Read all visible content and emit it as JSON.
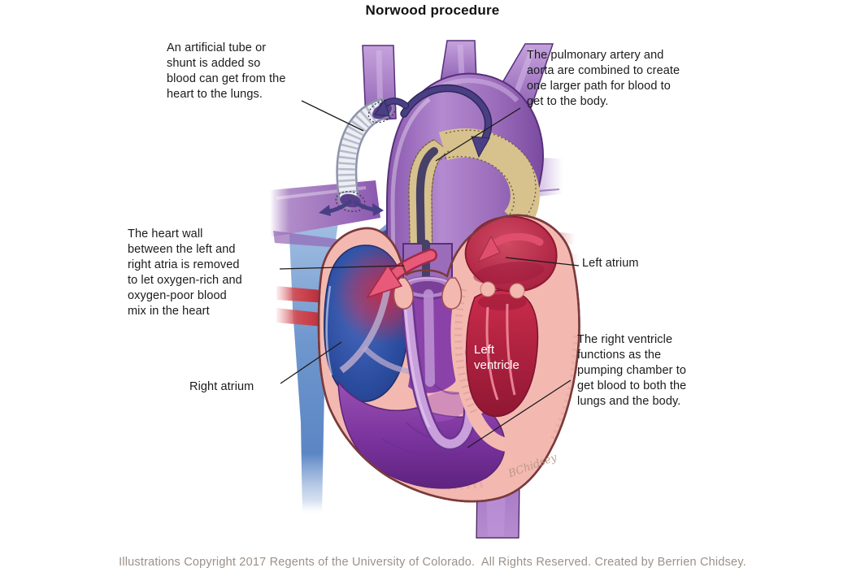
{
  "title": "Norwood procedure",
  "annotations": {
    "shunt": "An artificial tube or\nshunt is added so\nblood can get from the\nheart to the lungs.",
    "aorta": "The pulmonary artery and\naorta are combined to create\none larger path for blood to\nget to the body.",
    "septum": "The heart wall\nbetween the left and\nright atria is removed\nto let oxygen-rich and\noxygen-poor blood\nmix in the heart",
    "right_ventricle": "The right ventricle\nfunctions as the\npumping chamber to\nget blood to both the\nlungs and the body."
  },
  "labels": {
    "left_atrium": "Left atrium",
    "right_atrium": "Right atrium",
    "left_ventricle": "Left\nventricle"
  },
  "signature": "BChidsey",
  "footer": "Illustrations Copyright 2017 Regents of the University of Colorado.  All Rights Reserved. Created by Berrien Chidsey.",
  "colors": {
    "vessel_purple": "#9b6cba",
    "flow_arrow_indigo": "#4a3f85",
    "oxygen_poor_blue": "#2c4da0",
    "oxygen_rich_red": "#c22745",
    "heart_wall_pink": "#f3b9b1",
    "shunt_gray": "#eceef4",
    "patch_tan": "#d7c28e",
    "mix_arrow_pink": "#e85a78",
    "footer_gray": "#9b9189"
  }
}
